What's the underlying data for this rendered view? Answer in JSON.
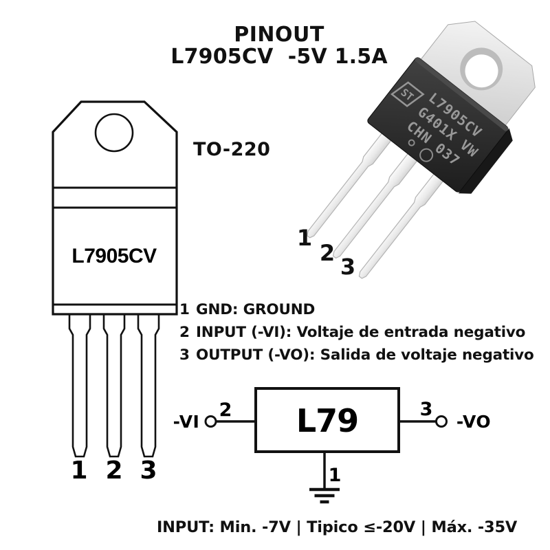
{
  "header": {
    "title": "PINOUT",
    "subtitle": "L7905CV  -5V 1.5A"
  },
  "package_drawing": {
    "label": "TO-220",
    "part_number": "L7905CV",
    "pin_numbers": [
      "1",
      "2",
      "3"
    ]
  },
  "photo": {
    "pin_numbers": [
      "1",
      "2",
      "3"
    ],
    "markings": {
      "logo": "ST",
      "line1": "L7905CV",
      "line2": "G401X VW",
      "line3": "CHN 037"
    }
  },
  "pin_descriptions": [
    {
      "num": "1",
      "text": "GND: GROUND"
    },
    {
      "num": "2",
      "text": "INPUT (-VI): Voltaje de entrada negativo"
    },
    {
      "num": "3",
      "text": "OUTPUT (-VO): Salida de voltaje negativo"
    }
  ],
  "schematic": {
    "box_label": "L79",
    "input_label": "-VI",
    "input_pin": "2",
    "output_label": "-VO",
    "output_pin": "3",
    "ground_pin": "1"
  },
  "footer": {
    "text": "INPUT: Min. -7V | Tipico ≤-20V | Máx. -35V"
  },
  "colors": {
    "line": "#111111",
    "text": "#111111",
    "ic_body": "#2b2b2b",
    "tab_silver": "#e9e9e9",
    "pin_silver": "#ededed",
    "marking_gray": "#999999"
  }
}
